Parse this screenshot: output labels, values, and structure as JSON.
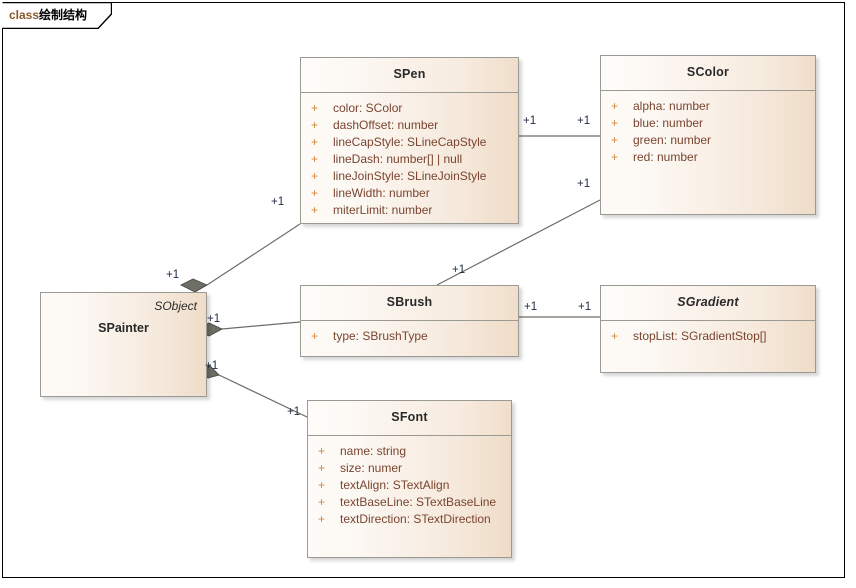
{
  "frame": {
    "keyword": "class",
    "name": "绘制结构"
  },
  "classes": [
    {
      "id": "spen",
      "name": "SPen",
      "abstract": false,
      "stereotype": "",
      "attributes": [
        {
          "visibility": "+",
          "signature": "color: SColor"
        },
        {
          "visibility": "+",
          "signature": "dashOffset: number"
        },
        {
          "visibility": "+",
          "signature": "lineCapStyle: SLineCapStyle"
        },
        {
          "visibility": "+",
          "signature": "lineDash: number[] | null"
        },
        {
          "visibility": "+",
          "signature": "lineJoinStyle: SLineJoinStyle"
        },
        {
          "visibility": "+",
          "signature": "lineWidth: number"
        },
        {
          "visibility": "+",
          "signature": "miterLimit: number"
        }
      ]
    },
    {
      "id": "scolor",
      "name": "SColor",
      "abstract": false,
      "stereotype": "",
      "attributes": [
        {
          "visibility": "+",
          "signature": "alpha: number"
        },
        {
          "visibility": "+",
          "signature": "blue: number"
        },
        {
          "visibility": "+",
          "signature": "green: number"
        },
        {
          "visibility": "+",
          "signature": "red: number"
        }
      ]
    },
    {
      "id": "spainter",
      "name": "SPainter",
      "abstract": false,
      "stereotype": "SObject",
      "attributes": []
    },
    {
      "id": "sbrush",
      "name": "SBrush",
      "abstract": false,
      "stereotype": "",
      "attributes": [
        {
          "visibility": "+",
          "signature": "type: SBrushType"
        }
      ]
    },
    {
      "id": "sgradient",
      "name": "SGradient",
      "abstract": true,
      "stereotype": "",
      "attributes": [
        {
          "visibility": "+",
          "signature": "stopList: SGradientStop[]"
        }
      ]
    },
    {
      "id": "sfont",
      "name": "SFont",
      "abstract": false,
      "stereotype": "",
      "attributes": [
        {
          "visibility": "+",
          "signature": "name: string"
        },
        {
          "visibility": "+",
          "signature": "size: numer"
        },
        {
          "visibility": "+",
          "signature": "textAlign: STextAlign"
        },
        {
          "visibility": "+",
          "signature": "textBaseLine: STextBaseLine"
        },
        {
          "visibility": "+",
          "signature": "textDirection: STextDirection"
        }
      ]
    }
  ],
  "associations": [
    {
      "id": "painter-pen",
      "from": "SPainter",
      "to": "SPen",
      "type": "composition",
      "source_mult": "+1",
      "target_mult": "+1"
    },
    {
      "id": "painter-brush",
      "from": "SPainter",
      "to": "SBrush",
      "type": "composition",
      "source_mult": "+1",
      "target_mult": "+1"
    },
    {
      "id": "painter-font",
      "from": "SPainter",
      "to": "SFont",
      "type": "composition",
      "source_mult": "+1",
      "target_mult": "+1"
    },
    {
      "id": "pen-color",
      "from": "SPen",
      "to": "SColor",
      "type": "association",
      "source_mult": "+1",
      "target_mult": "+1"
    },
    {
      "id": "brush-color",
      "from": "SBrush",
      "to": "SColor",
      "type": "association",
      "source_mult": "+1",
      "target_mult": "+1"
    },
    {
      "id": "brush-gradient",
      "from": "SBrush",
      "to": "SGradient",
      "type": "association",
      "source_mult": "+1",
      "target_mult": "+1"
    }
  ],
  "colors": {
    "box_fill_light": "#fdfaf7",
    "box_fill_dark": "#efdcc8",
    "box_border": "#9a9a93",
    "attribute_text": "#7a4430",
    "visibility_marker": "#d2873b",
    "title_text": "#2a2a2a",
    "multiplicity_text": "#1f2a44",
    "connector_line": "#6d6d66",
    "diamond_fill": "#6e6e66",
    "frame_border": "#000000",
    "keyword_text": "#8a5a2b"
  }
}
